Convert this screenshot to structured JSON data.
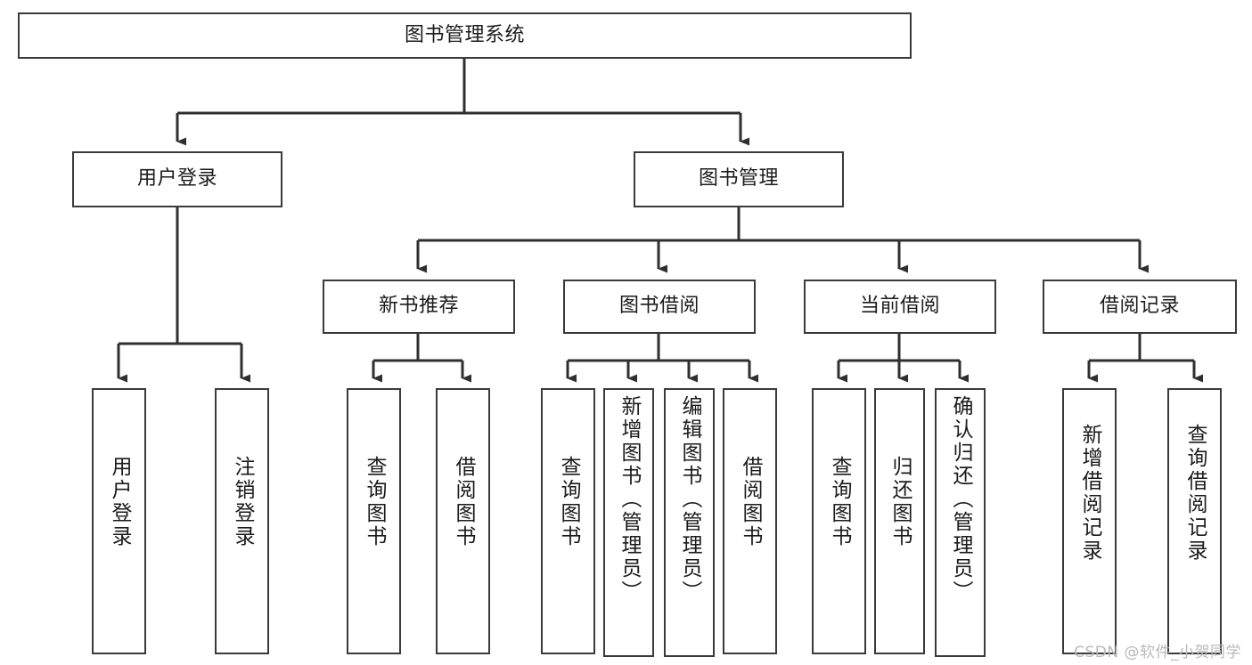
{
  "diagram": {
    "type": "tree-hierarchy",
    "title": "图书管理系统",
    "watermark": "CSDN @软件_小贺同学",
    "colors": {
      "box_stroke": "#3a3a3a",
      "box_fill": "#ffffff",
      "connector": "#2f2f2f",
      "text": "#1b1b1b",
      "watermark": "#b9b9b9"
    },
    "nodes": {
      "root": {
        "label": "图书管理系统",
        "orientation": "horizontal"
      },
      "level2": [
        {
          "id": "user-login",
          "label": "用户登录",
          "orientation": "horizontal"
        },
        {
          "id": "book-manage",
          "label": "图书管理",
          "orientation": "horizontal"
        }
      ],
      "level3": [
        {
          "id": "new-book-recommend",
          "label": "新书推荐",
          "orientation": "horizontal"
        },
        {
          "id": "book-borrow",
          "label": "图书借阅",
          "orientation": "horizontal"
        },
        {
          "id": "current-borrow",
          "label": "当前借阅",
          "orientation": "horizontal"
        },
        {
          "id": "borrow-record",
          "label": "借阅记录",
          "orientation": "horizontal"
        }
      ],
      "leaves": [
        {
          "id": "leaf-user-login",
          "parent": "user-login",
          "label": "用户登录",
          "orientation": "vertical"
        },
        {
          "id": "leaf-logout",
          "parent": "user-login",
          "label": "注销登录",
          "orientation": "vertical"
        },
        {
          "id": "leaf-query-book-1",
          "parent": "new-book-recommend",
          "label": "查询图书",
          "orientation": "vertical"
        },
        {
          "id": "leaf-borrow-book-1",
          "parent": "new-book-recommend",
          "label": "借阅图书",
          "orientation": "vertical"
        },
        {
          "id": "leaf-query-book-2",
          "parent": "book-borrow",
          "label": "查询图书",
          "orientation": "vertical"
        },
        {
          "id": "leaf-add-book",
          "parent": "book-borrow",
          "label": "新增图书（管理员）",
          "orientation": "vertical"
        },
        {
          "id": "leaf-edit-book",
          "parent": "book-borrow",
          "label": "编辑图书（管理员）",
          "orientation": "vertical"
        },
        {
          "id": "leaf-borrow-book-2",
          "parent": "book-borrow",
          "label": "借阅图书",
          "orientation": "vertical"
        },
        {
          "id": "leaf-query-book-3",
          "parent": "current-borrow",
          "label": "查询图书",
          "orientation": "vertical"
        },
        {
          "id": "leaf-return-book",
          "parent": "current-borrow",
          "label": "归还图书",
          "orientation": "vertical"
        },
        {
          "id": "leaf-confirm-return",
          "parent": "current-borrow",
          "label": "确认归还（管理员）",
          "orientation": "vertical"
        },
        {
          "id": "leaf-add-record",
          "parent": "borrow-record",
          "label": "新增借阅记录",
          "orientation": "vertical"
        },
        {
          "id": "leaf-query-record",
          "parent": "borrow-record",
          "label": "查询借阅记录",
          "orientation": "vertical"
        }
      ]
    }
  }
}
